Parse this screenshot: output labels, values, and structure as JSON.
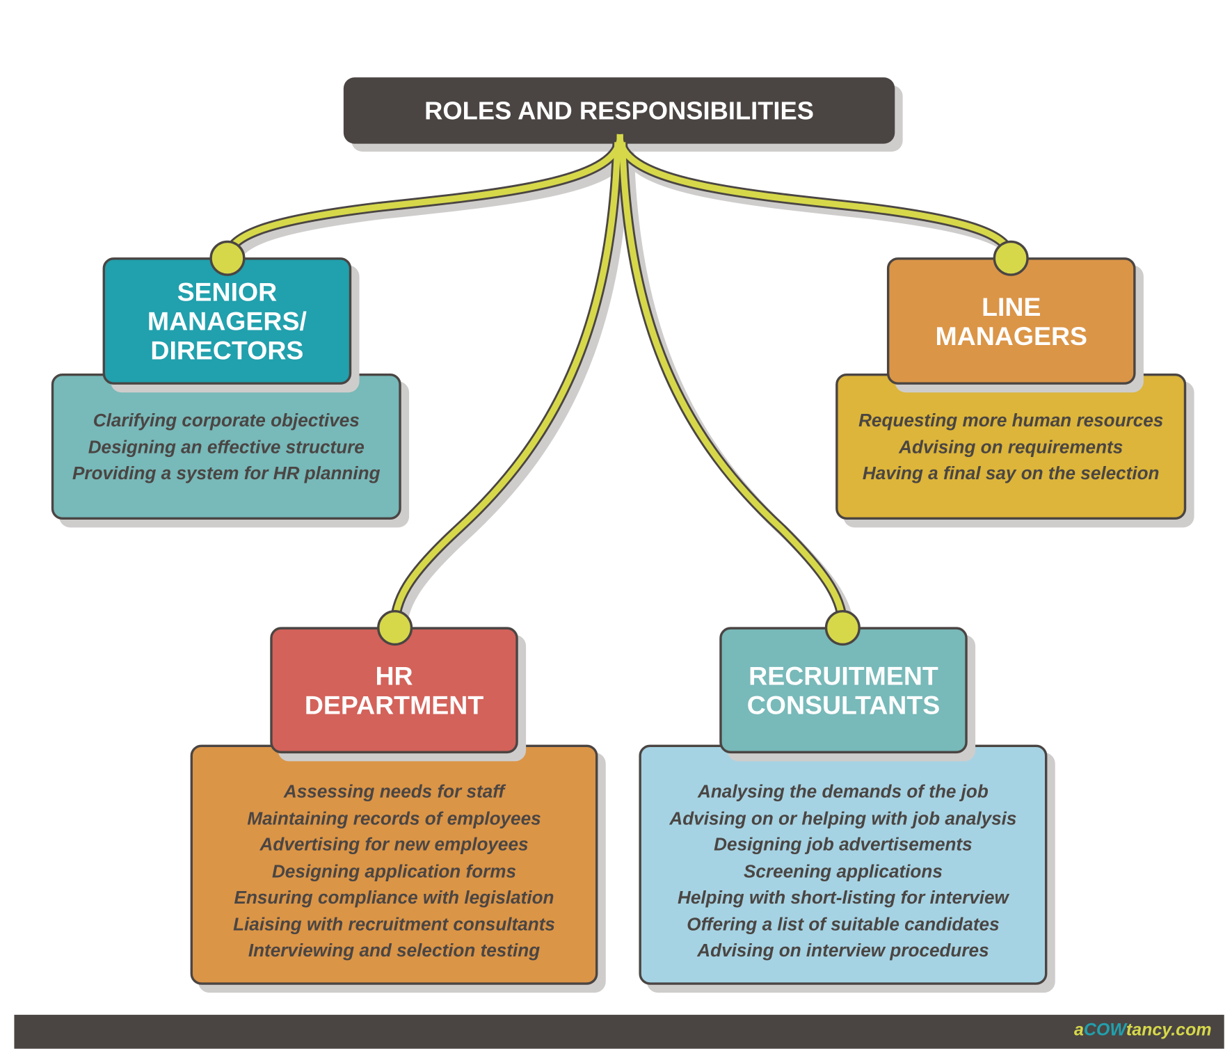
{
  "title": "ROLES  AND RESPONSIBILITIES",
  "roles": [
    {
      "name_lines": [
        "SENIOR",
        "MANAGERS/",
        "DIRECTORS"
      ],
      "header_color": "#21a0ad",
      "body_color": "#78b9b9",
      "responsibilities": [
        "Clarifying corporate objectives",
        "Designing an effective structure",
        "Providing a system for HR planning"
      ]
    },
    {
      "name_lines": [
        "LINE",
        "MANAGERS"
      ],
      "header_color": "#db9547",
      "body_color": "#dcb53a",
      "responsibilities": [
        "Requesting more human resources",
        "Advising on requirements",
        "Having a final say on the selection"
      ]
    },
    {
      "name_lines": [
        "HR",
        "DEPARTMENT"
      ],
      "header_color": "#d3625a",
      "body_color": "#db9547",
      "responsibilities": [
        "Assessing needs for staff",
        "Maintaining records of employees",
        "Advertising for new employees",
        "Designing application forms",
        "Ensuring compliance with legislation",
        "Liaising with recruitment consultants",
        "Interviewing and selection testing"
      ]
    },
    {
      "name_lines": [
        "RECRUITMENT",
        "CONSULTANTS"
      ],
      "header_color": "#78b9b9",
      "body_color": "#a6d3e3",
      "responsibilities": [
        "Analysing the demands of the job",
        "Advising on or helping with job analysis",
        "Designing job advertisements",
        "Screening applications",
        "Helping with short-listing for interview",
        "Offering a list of suitable candidates",
        "Advising on interview procedures"
      ]
    }
  ],
  "footer": {
    "logo_a": "a",
    "logo_cow": "COW",
    "logo_rest": "tancy.com"
  },
  "colors": {
    "dark": "#4a4543",
    "connector": "#d6d84a",
    "shadow": "#cfcdcc"
  }
}
